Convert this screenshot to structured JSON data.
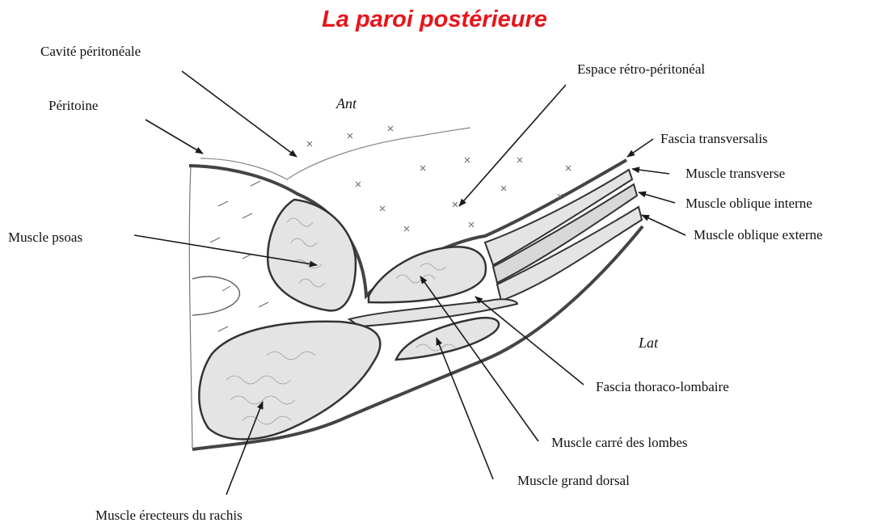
{
  "title": "La paroi postérieure",
  "colors": {
    "title": "#e8141b",
    "ink": "#2a2a2a",
    "muscle_fill": "#e4e4e4"
  },
  "orientation": {
    "anterior": "Ant",
    "lateral": "Lat"
  },
  "labels": {
    "cavite_peritoneale": "Cavité péritonéale",
    "peritoine": "Péritoine",
    "psoas": "Muscle psoas",
    "espace_retro": "Espace rétro-péritonéal",
    "fascia_transversalis": "Fascia transversalis",
    "muscle_transverse": "Muscle transverse",
    "oblique_interne": "Muscle oblique interne",
    "oblique_externe": "Muscle oblique externe",
    "fascia_thoraco": "Fascia thoraco-lombaire",
    "carre_lombes": "Muscle carré des lombes",
    "grand_dorsal": "Muscle grand dorsal",
    "erecteurs": "Muscle érecteurs du rachis"
  }
}
